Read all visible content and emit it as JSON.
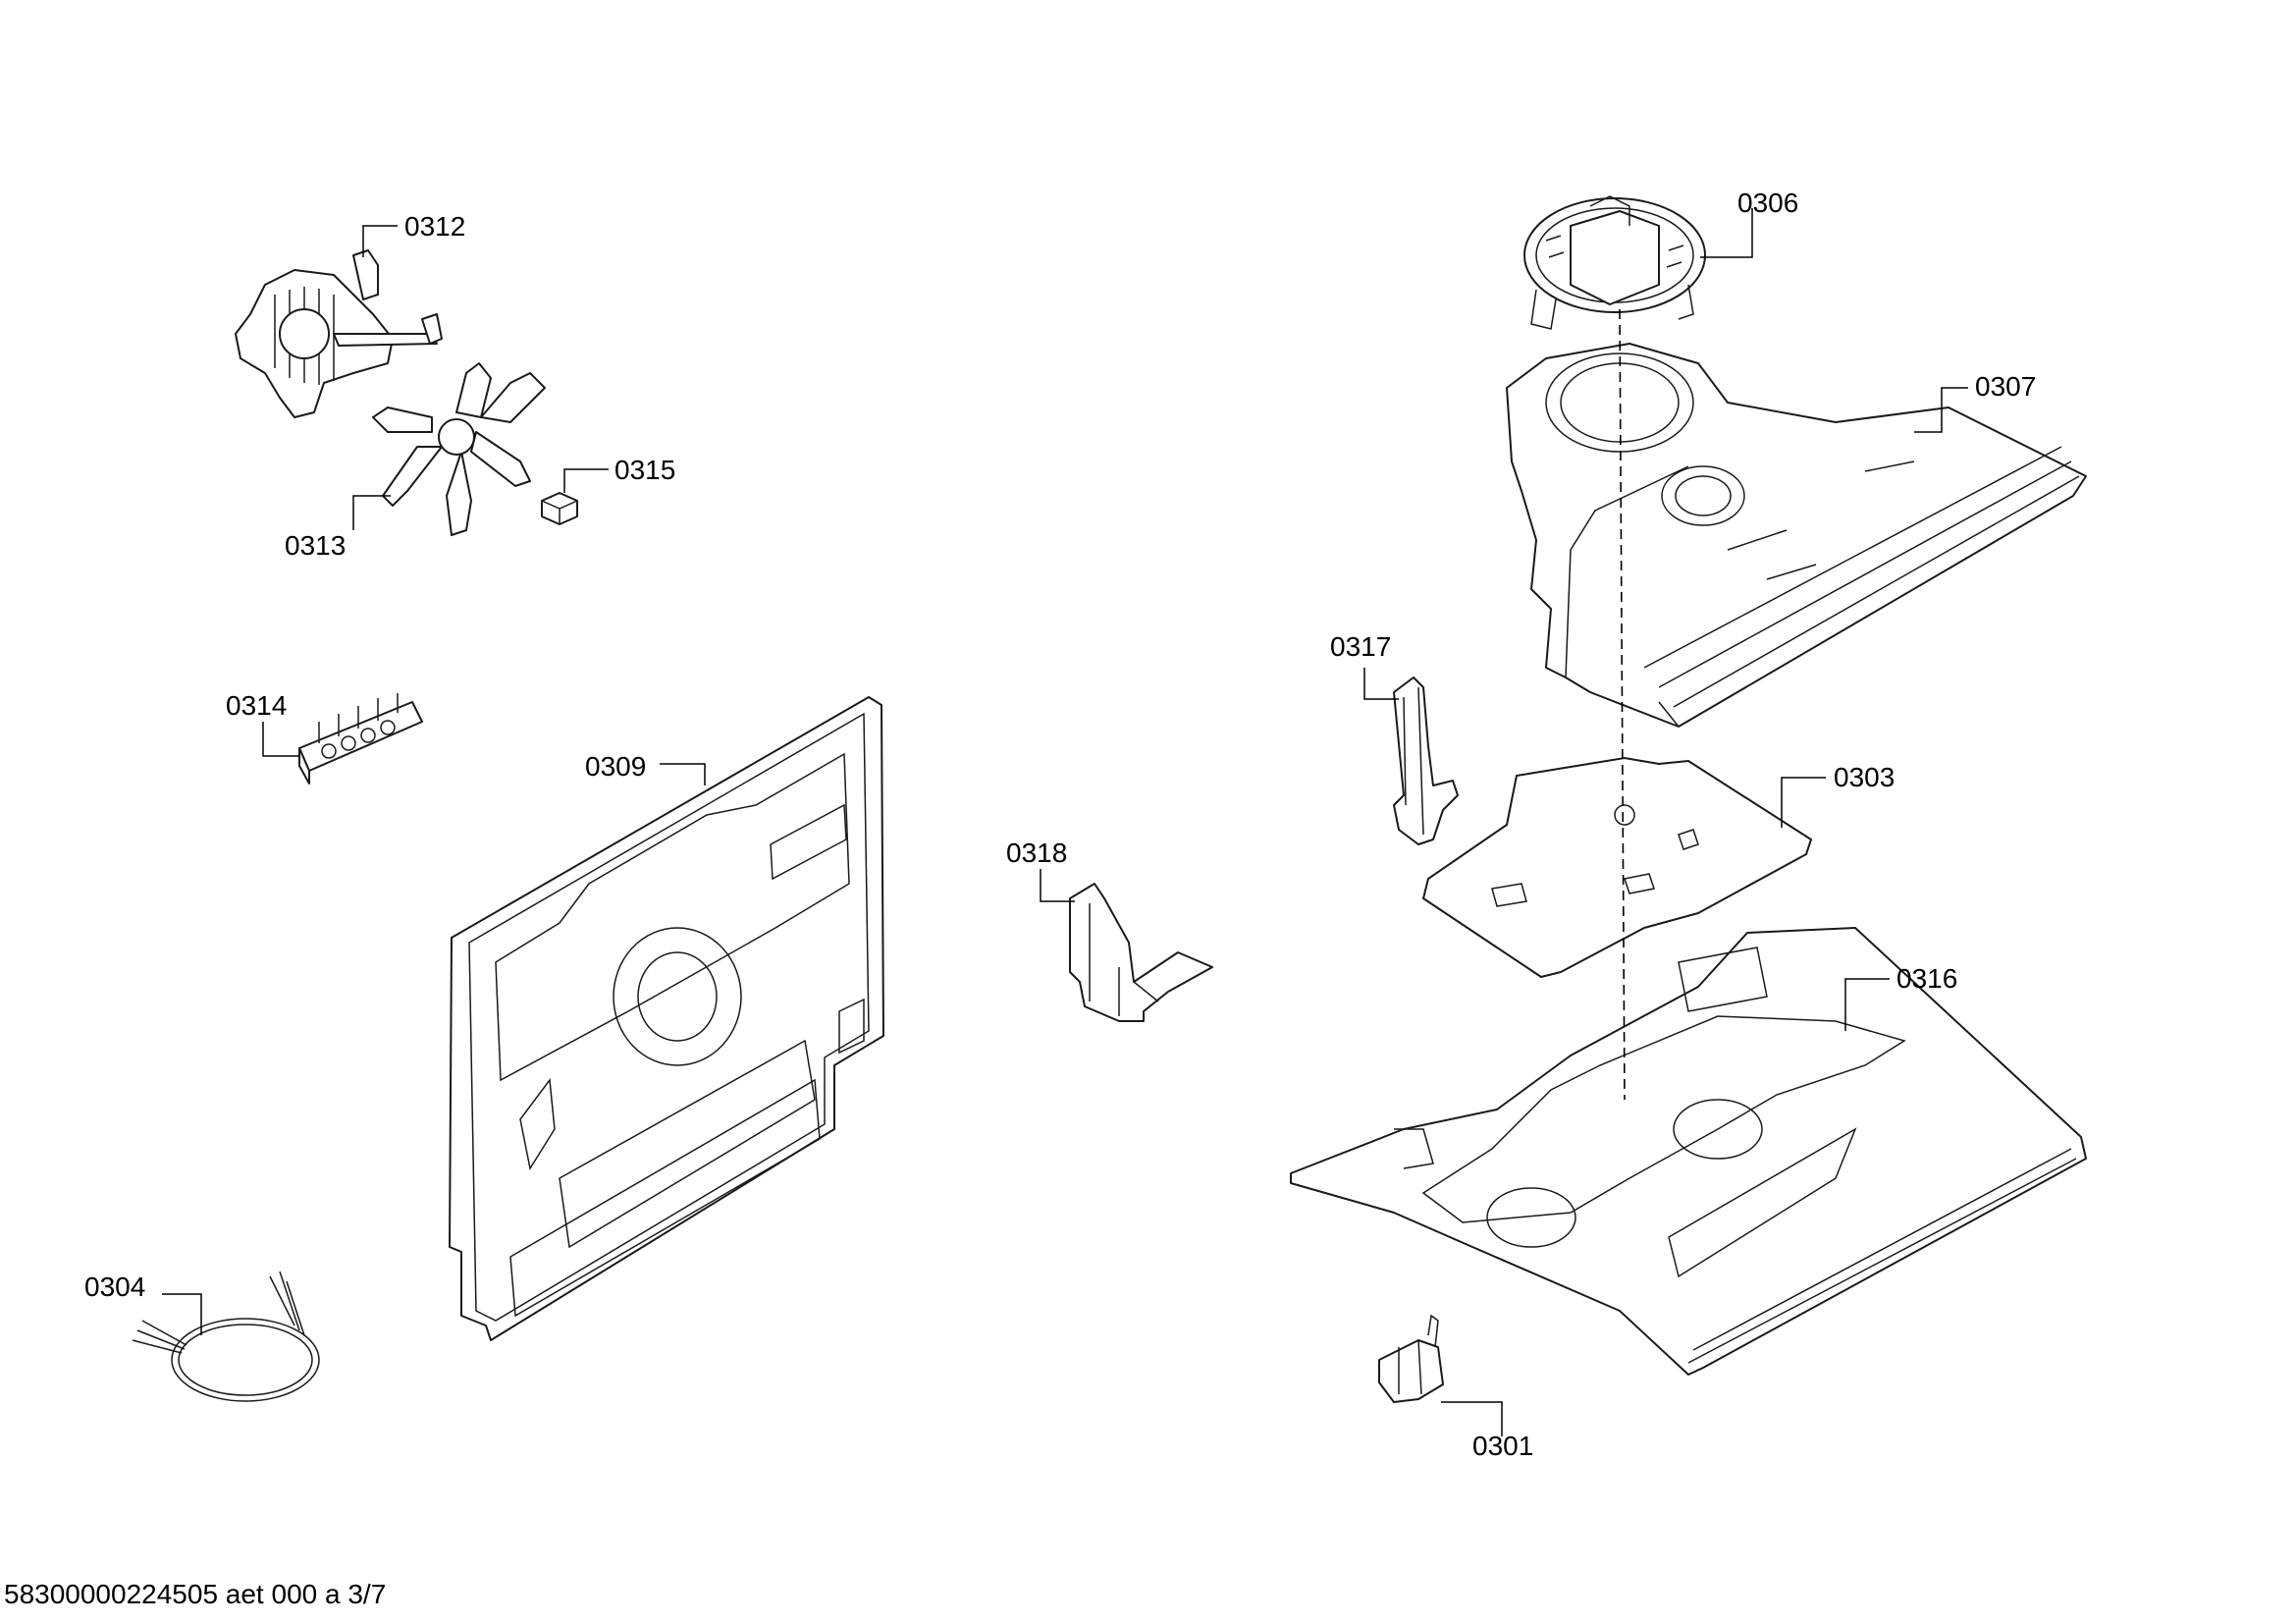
{
  "labels": {
    "p0312": "0312",
    "p0313": "0313",
    "p0315": "0315",
    "p0314": "0314",
    "p0309": "0309",
    "p0304": "0304",
    "p0318": "0318",
    "p0317": "0317",
    "p0306": "0306",
    "p0307": "0307",
    "p0303": "0303",
    "p0316": "0316",
    "p0301": "0301"
  },
  "footer": "58300000224505 aet 000 a 3/7"
}
